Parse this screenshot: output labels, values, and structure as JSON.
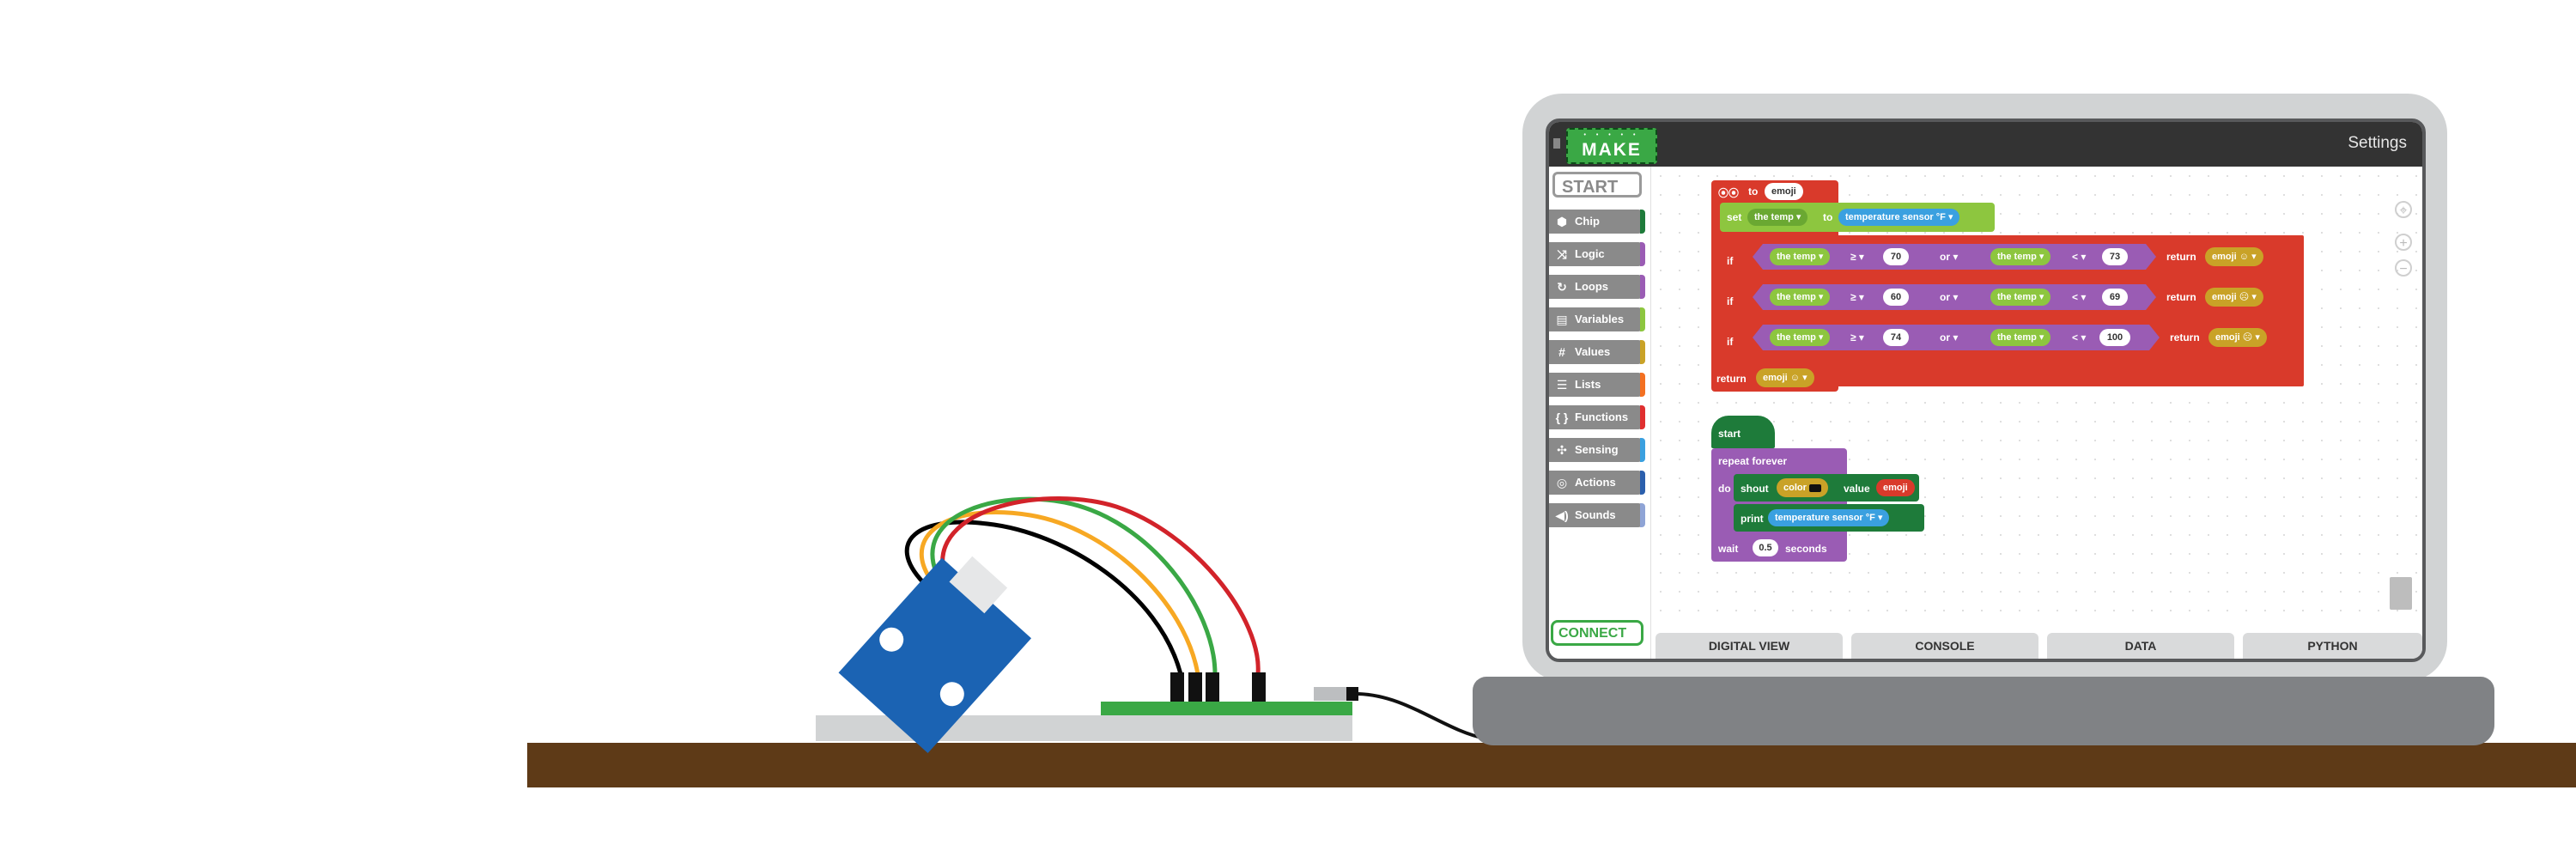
{
  "app": {
    "logo_text": "MAKE",
    "logo_dots": "• • • • •",
    "settings_label": "Settings"
  },
  "sidebar": {
    "start_label": "START",
    "connect_label": "CONNECT",
    "categories": [
      {
        "label": "Chip",
        "icon": "chip-icon",
        "color": "#1e7b3a"
      },
      {
        "label": "Logic",
        "icon": "shuffle-icon",
        "color": "#9a5cb4"
      },
      {
        "label": "Loops",
        "icon": "loop-icon",
        "color": "#9a5cb4"
      },
      {
        "label": "Variables",
        "icon": "variables-icon",
        "color": "#8dc63f"
      },
      {
        "label": "Values",
        "icon": "hash-icon",
        "color": "#c9a227"
      },
      {
        "label": "Lists",
        "icon": "list-icon",
        "color": "#f37021"
      },
      {
        "label": "Functions",
        "icon": "braces-icon",
        "color": "#e02f2f"
      },
      {
        "label": "Sensing",
        "icon": "sensing-icon",
        "color": "#3aa0e0"
      },
      {
        "label": "Actions",
        "icon": "target-icon",
        "color": "#2b5fad"
      },
      {
        "label": "Sounds",
        "icon": "speaker-icon",
        "color": "#8fa4d6"
      }
    ]
  },
  "tabs": [
    "DIGITAL VIEW",
    "CONSOLE",
    "DATA",
    "PYTHON"
  ],
  "colors": {
    "functions": "#d93a2b",
    "variables": "#8dc63f",
    "logic": "#9a5cb4",
    "sensing": "#3aa0e0",
    "values": "#c9a227",
    "chip": "#1e7b3a",
    "desk": "#5e3a17",
    "breadboard": "#3aa845"
  },
  "blocks": {
    "fn": {
      "to": "to",
      "name": "emoji"
    },
    "set": {
      "set": "set",
      "var": "the temp",
      "to": "to",
      "sensor": "temperature sensor",
      "unit": "°F"
    },
    "rows": [
      {
        "if": "if",
        "var1": "the temp",
        "op1": "≥",
        "v1": "70",
        "or": "or",
        "var2": "the temp",
        "op2": "<",
        "v2": "73",
        "ret": "return",
        "emoji": "emoji",
        "face": "☺"
      },
      {
        "if": "if",
        "var1": "the temp",
        "op1": "≥",
        "v1": "60",
        "or": "or",
        "var2": "the temp",
        "op2": "<",
        "v2": "69",
        "ret": "return",
        "emoji": "emoji",
        "face": "☹"
      },
      {
        "if": "if",
        "var1": "the temp",
        "op1": "≥",
        "v1": "74",
        "or": "or",
        "var2": "the temp",
        "op2": "<",
        "v2": "100",
        "ret": "return",
        "emoji": "emoji",
        "face": "☹"
      }
    ],
    "final_return": {
      "ret": "return",
      "emoji": "emoji",
      "face": "☺"
    },
    "start": "start",
    "repeat": "repeat forever",
    "do": "do",
    "shout": {
      "label": "shout",
      "color": "color",
      "value": "value",
      "emoji": "emoji"
    },
    "print": {
      "label": "print",
      "sensor": "temperature sensor",
      "unit": "°F"
    },
    "wait": {
      "label": "wait",
      "value": "0.5",
      "unit": "seconds"
    }
  }
}
